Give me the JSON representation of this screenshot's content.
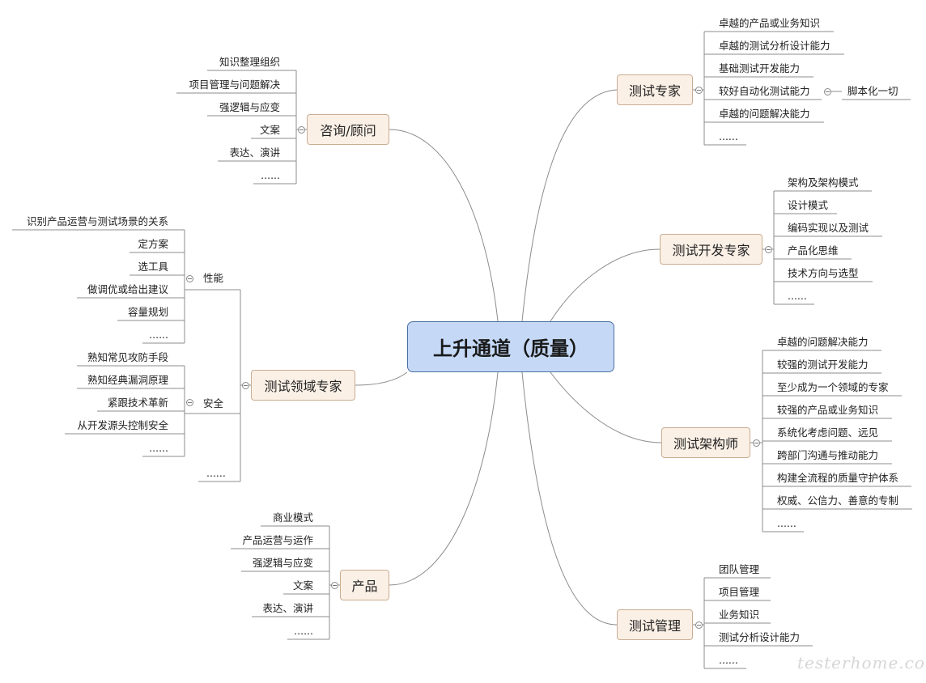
{
  "central": "上升通道（质量）",
  "branches": [
    {
      "title": "测试专家",
      "items": [
        "卓越的产品或业务知识",
        "卓越的测试分析设计能力",
        "基础测试开发能力",
        "较好自动化测试能力",
        "卓越的问题解决能力",
        "......"
      ],
      "sub_item": "脚本化一切"
    },
    {
      "title": "测试开发专家",
      "items": [
        "架构及架构模式",
        "设计模式",
        "编码实现以及测试",
        "产品化思维",
        "技术方向与选型",
        "......"
      ]
    },
    {
      "title": "测试架构师",
      "items": [
        "卓越的问题解决能力",
        "较强的测试开发能力",
        "至少成为一个领域的专家",
        "较强的产品或业务知识",
        "系统化考虑问题、远见",
        "跨部门沟通与推动能力",
        "构建全流程的质量守护体系",
        "权威、公信力、善意的专制",
        "......"
      ]
    },
    {
      "title": "测试管理",
      "items": [
        "团队管理",
        "项目管理",
        "业务知识",
        "测试分析设计能力",
        "......"
      ]
    },
    {
      "title": "咨询/顾问",
      "items": [
        "知识整理组织",
        "项目管理与问题解决",
        "强逻辑与应变",
        "文案",
        "表达、演讲",
        "......"
      ]
    },
    {
      "title": "测试领域专家",
      "groups": [
        {
          "name": "性能",
          "items": [
            "识别产品运营与测试场景的关系",
            "定方案",
            "选工具",
            "做调优或给出建议",
            "容量规划",
            "......"
          ]
        },
        {
          "name": "安全",
          "items": [
            "熟知常见攻防手段",
            "熟知经典漏洞原理",
            "紧跟技术革新",
            "从开发源头控制安全",
            "......"
          ]
        }
      ],
      "extra": "......"
    },
    {
      "title": "产品",
      "items": [
        "商业模式",
        "产品运营与运作",
        "强逻辑与应变",
        "文案",
        "表达、演讲",
        "......"
      ]
    }
  ],
  "watermark": "testerhome.com"
}
